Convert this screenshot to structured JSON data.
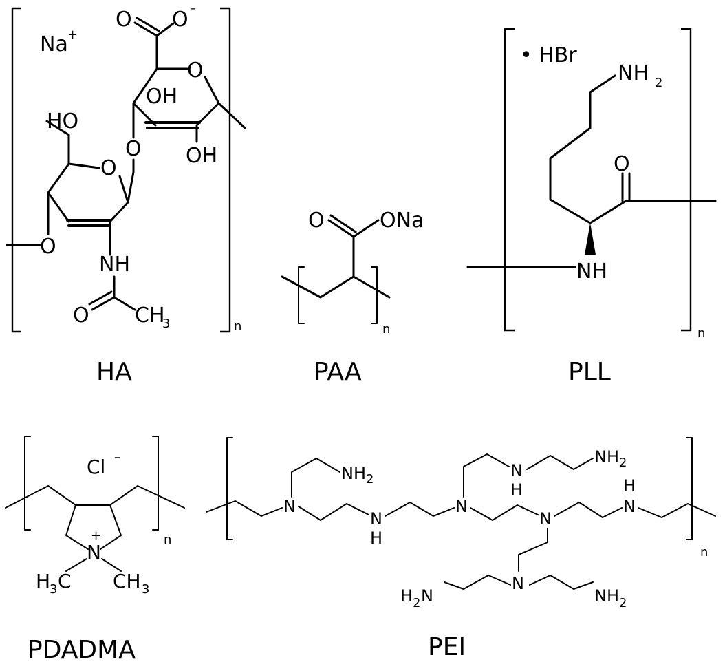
{
  "polymers": {
    "ha": {
      "name": "HA",
      "counterion": "Na",
      "counterion_charge": "+",
      "carboxylate_o": "O",
      "carboxylate_charge": "–",
      "carboxyl_o_double": "O",
      "ring_o_top": "O",
      "oh_1": "OH",
      "oh_2": "OH",
      "bridge_o": "O",
      "ring_o_bottom": "O",
      "ho_label": "HO",
      "left_o": "O",
      "nh": "NH",
      "amide_o": "O",
      "methyl": "CH",
      "methyl_sub": "3",
      "repeat": "n"
    },
    "paa": {
      "name": "PAA",
      "carbonyl_o": "O",
      "ona": "ONa",
      "repeat": "n"
    },
    "pll": {
      "name": "PLL",
      "salt": "• HBr",
      "amine": "NH",
      "amine_sub": "2",
      "carbonyl_o": "O",
      "nh": "NH",
      "repeat": "n"
    },
    "pdadma": {
      "name": "PDADMA",
      "counterion": "Cl",
      "counterion_charge": "–",
      "n_label": "N",
      "n_charge": "+",
      "methyl_left": "H",
      "methyl_left_sub": "3",
      "methyl_left_c": "C",
      "methyl_right": "CH",
      "methyl_right_sub": "3",
      "repeat": "n"
    },
    "pei": {
      "name": "PEI",
      "n1": "N",
      "nh_top1": "NH",
      "nh_top1_sub": "2",
      "nh_mid": "N",
      "nh_mid_h": "H",
      "n2": "N",
      "nh_top2": "N",
      "nh_top2_h": "H",
      "nh2_top_right": "NH",
      "nh2_top_right_sub": "2",
      "n3": "N",
      "nh_right": "N",
      "nh_right_h": "H",
      "n4": "N",
      "h2n_bottom": "H",
      "h2n_bottom_sub": "2",
      "h2n_bottom_n": "N",
      "nh2_bottom": "NH",
      "nh2_bottom_sub": "2",
      "repeat": "n"
    }
  }
}
